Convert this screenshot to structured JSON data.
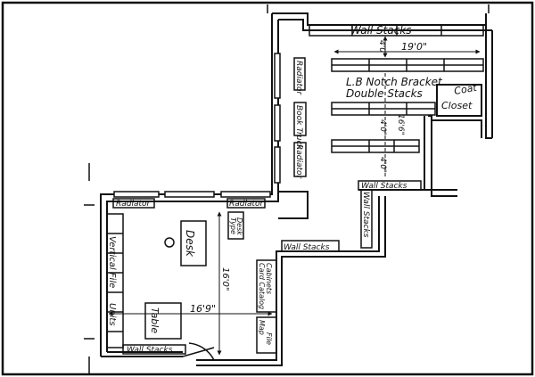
{
  "labels": {
    "wall_stacks_top": "Wall Stacks",
    "notch_bracket": "L.B Notch Bracket",
    "double_stacks": "Double Stacks",
    "coat": "Coat",
    "closet": "Closet",
    "radiator_upper": "Radiator",
    "book_truck": "Book Truck",
    "radiator_mid": "Radiator",
    "wall_stacks_mid": "Wall Stacks",
    "wall_stacks_vertical": "Wall Stacks",
    "radiator_left": "Radiator",
    "radiator_center": "Radiator",
    "type_desk_1": "Type",
    "type_desk_2": "Desk",
    "desk": "Desk",
    "wall_stacks_lower": "Wall Stacks",
    "card_catalog_1": "Card Catalog",
    "card_catalog_2": "Cabinets",
    "vertical_file_1": "Vertical File",
    "vertical_file_2": "Units",
    "table": "Table",
    "map_file_1": "Map",
    "map_file_2": "File",
    "wall_stacks_bottom": "Wall Stacks"
  },
  "dimensions": {
    "stack_width": "19'0\"",
    "gap_1": "4'0\"",
    "stack_depth": "16'6\"",
    "gap_2": "4'0\"",
    "gap_3": "4'0\"",
    "room_depth": "16'0\"",
    "room_width": "16'9\""
  }
}
